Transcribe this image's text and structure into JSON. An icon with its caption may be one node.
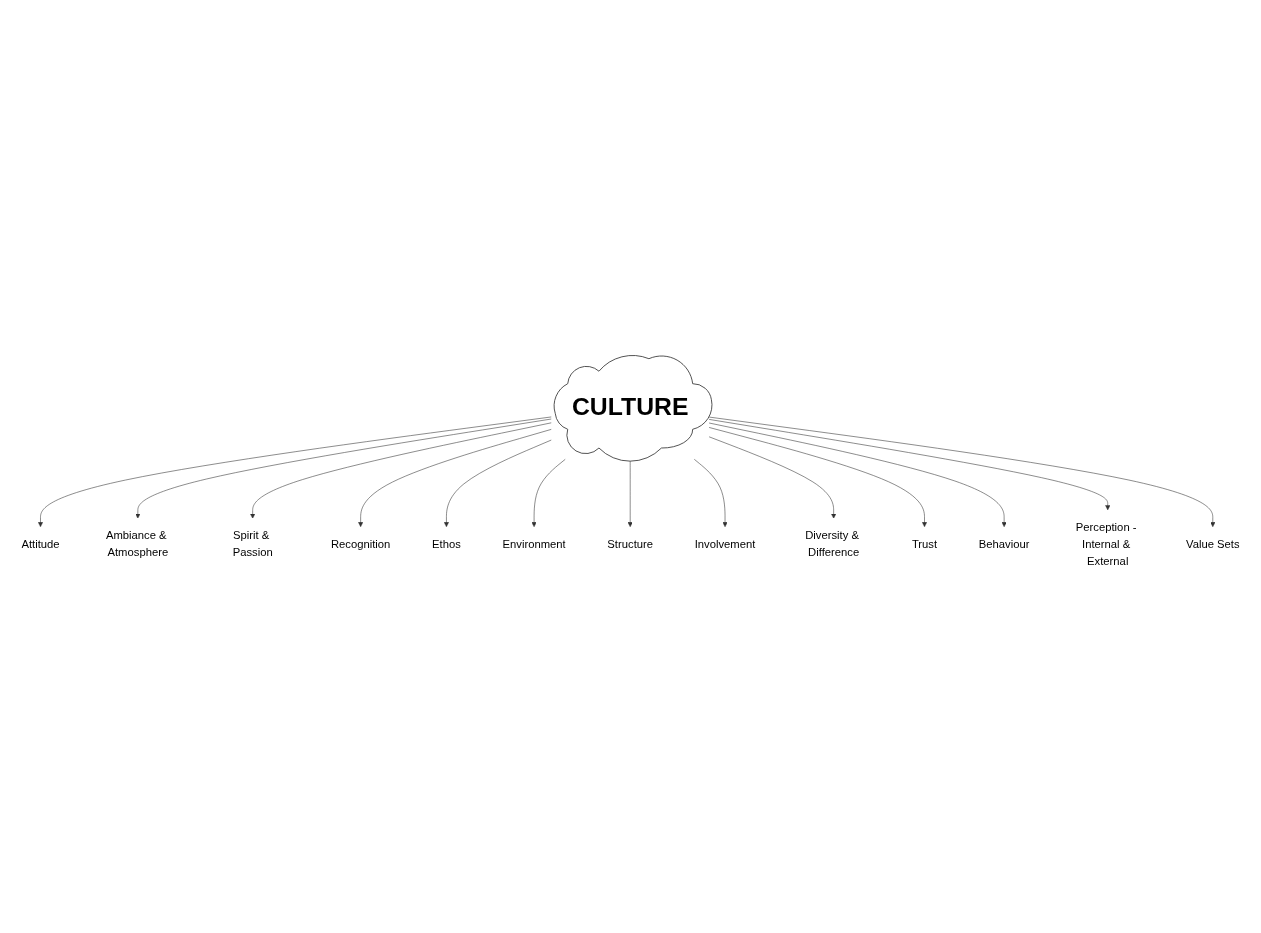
{
  "diagram": {
    "nodes": [
      {
        "text": [
          "CULTURE"
        ]
      },
      {
        "text": [
          "Attitude"
        ]
      },
      {
        "text": [
          "Ambiance & Atmosphere"
        ]
      },
      {
        "text": [
          "Spirit & Passion"
        ]
      },
      {
        "text": [
          "Recognition"
        ]
      },
      {
        "text": [
          "Ethos"
        ]
      },
      {
        "text": [
          "Environment"
        ]
      },
      {
        "text": [
          "Structure"
        ]
      },
      {
        "text": [
          "Involvement"
        ]
      },
      {
        "text": [
          "Diversity & Difference"
        ]
      },
      {
        "text": [
          "Trust"
        ]
      },
      {
        "text": [
          "Behaviour"
        ]
      },
      {
        "text": [
          "Perception - Internal & External"
        ]
      },
      {
        "text": [
          "Value Sets"
        ]
      }
    ],
    "edges": [
      {
        "from": 0,
        "to": 1,
        "arrow": "to"
      },
      {
        "from": 0,
        "to": 2,
        "arrow": "to"
      },
      {
        "from": 0,
        "to": 3,
        "arrow": "to"
      },
      {
        "from": 0,
        "to": 4,
        "arrow": "to"
      },
      {
        "from": 0,
        "to": 5,
        "arrow": "to"
      },
      {
        "from": 0,
        "to": 6,
        "arrow": "to"
      },
      {
        "from": 0,
        "to": 7,
        "arrow": "to"
      },
      {
        "from": 0,
        "to": 8,
        "arrow": "to"
      },
      {
        "from": 0,
        "to": 9,
        "arrow": "to"
      },
      {
        "from": 0,
        "to": 10,
        "arrow": "to"
      },
      {
        "from": 0,
        "to": 11,
        "arrow": "to"
      },
      {
        "from": 0,
        "to": 12,
        "arrow": "to"
      },
      {
        "from": 0,
        "to": 13,
        "arrow": "to"
      }
    ]
  }
}
